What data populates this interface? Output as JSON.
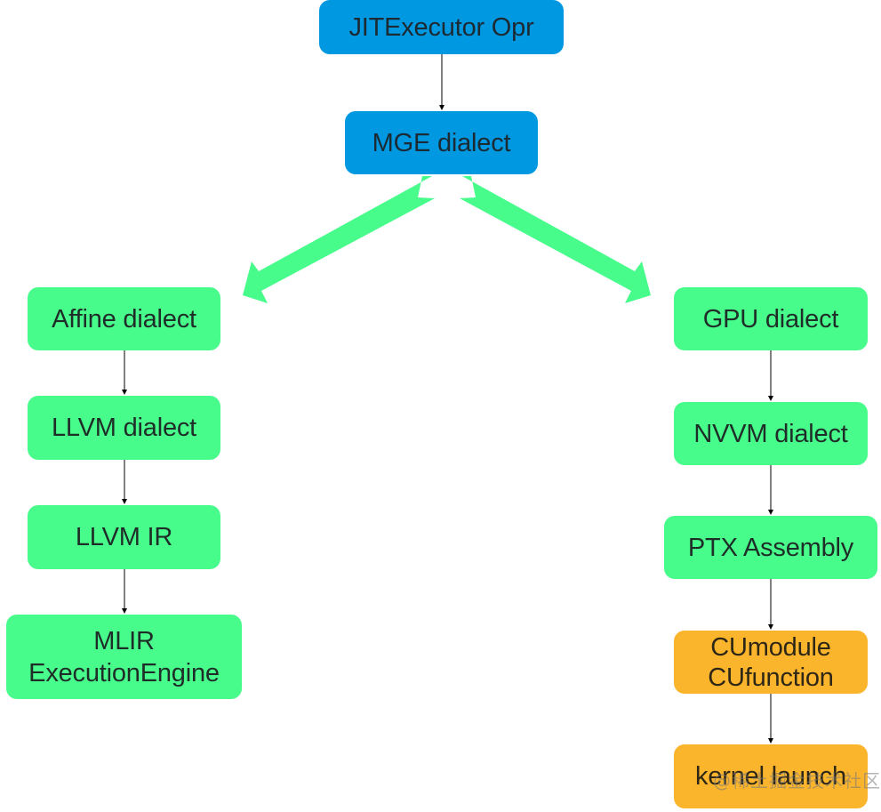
{
  "colors": {
    "entry": "#0098e0",
    "dialect": "#48fc8c",
    "runtime": "#fbb52d",
    "branch_arrow": "#48fc8c",
    "edge": "#000000"
  },
  "nodes": {
    "jit_executor": {
      "lines": [
        "JITExecutor Opr"
      ]
    },
    "mge_dialect": {
      "lines": [
        "MGE dialect"
      ]
    },
    "affine_dialect": {
      "lines": [
        "Affine dialect"
      ]
    },
    "llvm_dialect": {
      "lines": [
        "LLVM dialect"
      ]
    },
    "llvm_ir": {
      "lines": [
        "LLVM IR"
      ]
    },
    "mlir_engine": {
      "lines": [
        "MLIR",
        "ExecutionEngine"
      ]
    },
    "gpu_dialect": {
      "lines": [
        "GPU dialect"
      ]
    },
    "nvvm_dialect": {
      "lines": [
        "NVVM dialect"
      ]
    },
    "ptx_assembly": {
      "lines": [
        "PTX Assembly"
      ]
    },
    "cu_module": {
      "lines": [
        "CUmodule",
        "CUfunction"
      ]
    },
    "kernel_launch": {
      "lines": [
        "kernel launch"
      ]
    }
  },
  "edges": [
    {
      "from": "jit_executor",
      "to": "mge_dialect",
      "style": "thin-arrow"
    },
    {
      "from": "mge_dialect",
      "to": "affine_dialect",
      "style": "block-double-arrow"
    },
    {
      "from": "mge_dialect",
      "to": "gpu_dialect",
      "style": "block-double-arrow"
    },
    {
      "from": "affine_dialect",
      "to": "llvm_dialect",
      "style": "thin-arrow"
    },
    {
      "from": "llvm_dialect",
      "to": "llvm_ir",
      "style": "thin-arrow"
    },
    {
      "from": "llvm_ir",
      "to": "mlir_engine",
      "style": "thin-arrow"
    },
    {
      "from": "gpu_dialect",
      "to": "nvvm_dialect",
      "style": "thin-arrow"
    },
    {
      "from": "nvvm_dialect",
      "to": "ptx_assembly",
      "style": "thin-arrow"
    },
    {
      "from": "ptx_assembly",
      "to": "cu_module",
      "style": "thin-arrow"
    },
    {
      "from": "cu_module",
      "to": "kernel_launch",
      "style": "thin-arrow"
    }
  ],
  "watermark": "@稀土掘金技术社区"
}
